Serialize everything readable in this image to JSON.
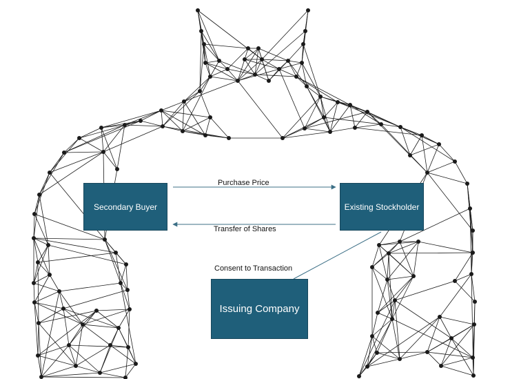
{
  "diagram": {
    "nodes": {
      "secondary_buyer": "Secondary Buyer",
      "existing_stockholder": "Existing Stockholder",
      "issuing_company": "Issuing Company"
    },
    "edges": {
      "purchase_price": "Purchase Price",
      "transfer_of_shares": "Transfer of Shares",
      "consent_to_transaction": "Consent to Transaction"
    },
    "colors": {
      "box_fill": "#1f5f7a",
      "arrow": "#3c6f86",
      "network": "#1a1a1a"
    }
  }
}
